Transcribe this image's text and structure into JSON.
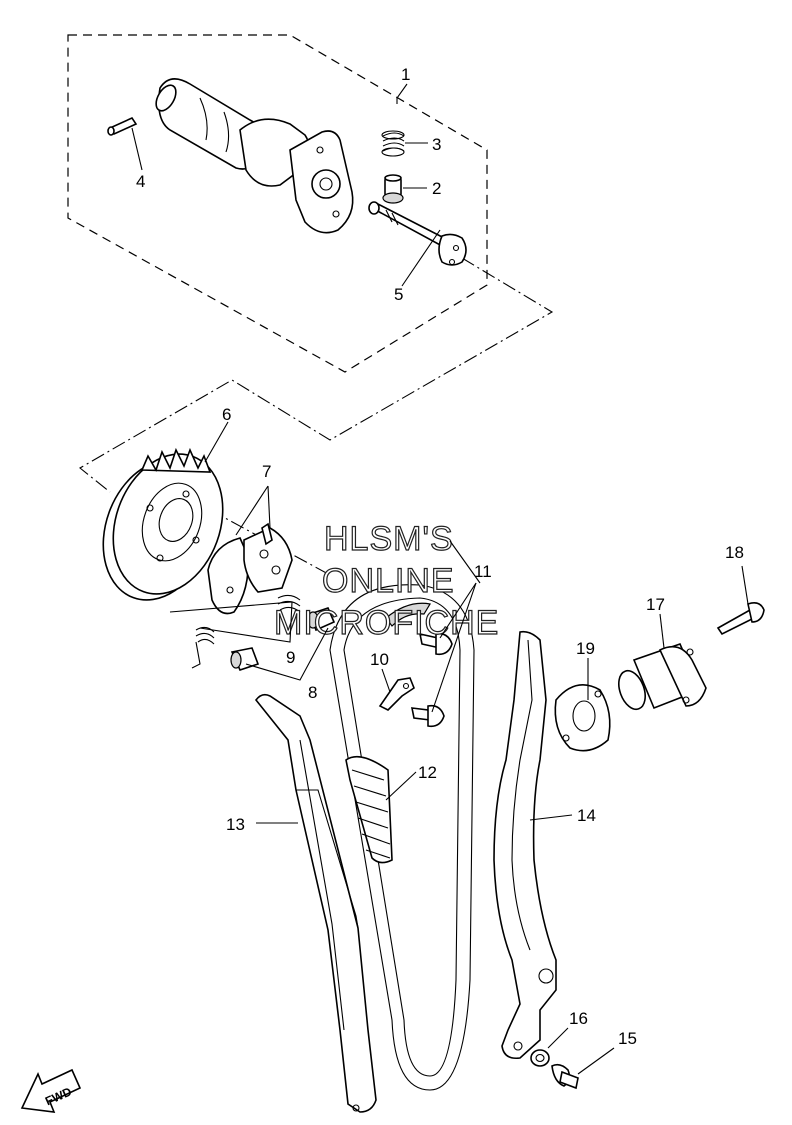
{
  "diagram": {
    "callouts": {
      "c1": "1",
      "c2": "2",
      "c3": "3",
      "c4": "4",
      "c5": "5",
      "c6": "6",
      "c7": "7",
      "c8": "8",
      "c9": "9",
      "c10": "10",
      "c11": "11",
      "c12": "12",
      "c13": "13",
      "c14": "14",
      "c15": "15",
      "c16": "16",
      "c17": "17",
      "c18": "18",
      "c19": "19"
    },
    "watermark": {
      "line1": "HLSM'S",
      "line2": "ONLINE",
      "line3": "MICROFICHE"
    },
    "direction_label": "FWD"
  }
}
